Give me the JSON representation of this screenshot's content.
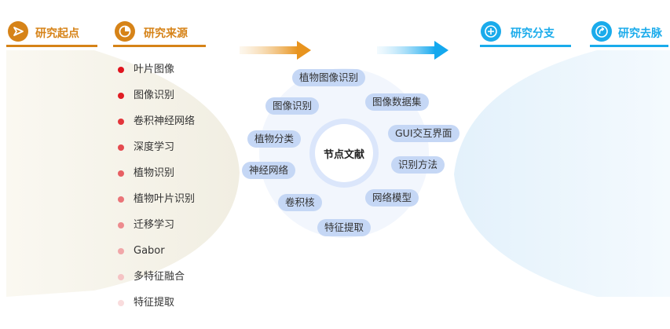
{
  "colors": {
    "origin_accent": "#d68318",
    "branch_accent": "#1aabeb",
    "left_shape": "#f7f4ea",
    "right_shape": "#e9f5fc",
    "pill_fill": "#c5d7f5"
  },
  "headers": {
    "origin": {
      "title": "研究起点",
      "icon": "play-arrow-icon"
    },
    "source": {
      "title": "研究来源",
      "icon": "pie-chart-icon"
    },
    "branch": {
      "title": "研究分支",
      "icon": "plus-circle-icon"
    },
    "destination": {
      "title": "研究去脉",
      "icon": "redo-arrow-icon"
    }
  },
  "source_list": [
    {
      "label": "叶片图像",
      "color": "#e0141e"
    },
    {
      "label": "图像识别",
      "color": "#e01d24"
    },
    {
      "label": "卷积神经网络",
      "color": "#e3353b"
    },
    {
      "label": "深度学习",
      "color": "#e44a4f"
    },
    {
      "label": "植物识别",
      "color": "#e75f63"
    },
    {
      "label": "植物叶片识别",
      "color": "#ea7478"
    },
    {
      "label": "迁移学习",
      "color": "#ed8b8e"
    },
    {
      "label": "Gabor",
      "color": "#f1a7a9"
    },
    {
      "label": "多特征融合",
      "color": "#f5c3c4"
    },
    {
      "label": "特征提取",
      "color": "#f9dcdd"
    }
  ],
  "center_node": "节点文献",
  "keywords": [
    "植物图像识别",
    "图像数据集",
    "GUI交互界面",
    "识别方法",
    "网络模型",
    "特征提取",
    "卷积核",
    "神经网络",
    "植物分类",
    "图像识别"
  ]
}
